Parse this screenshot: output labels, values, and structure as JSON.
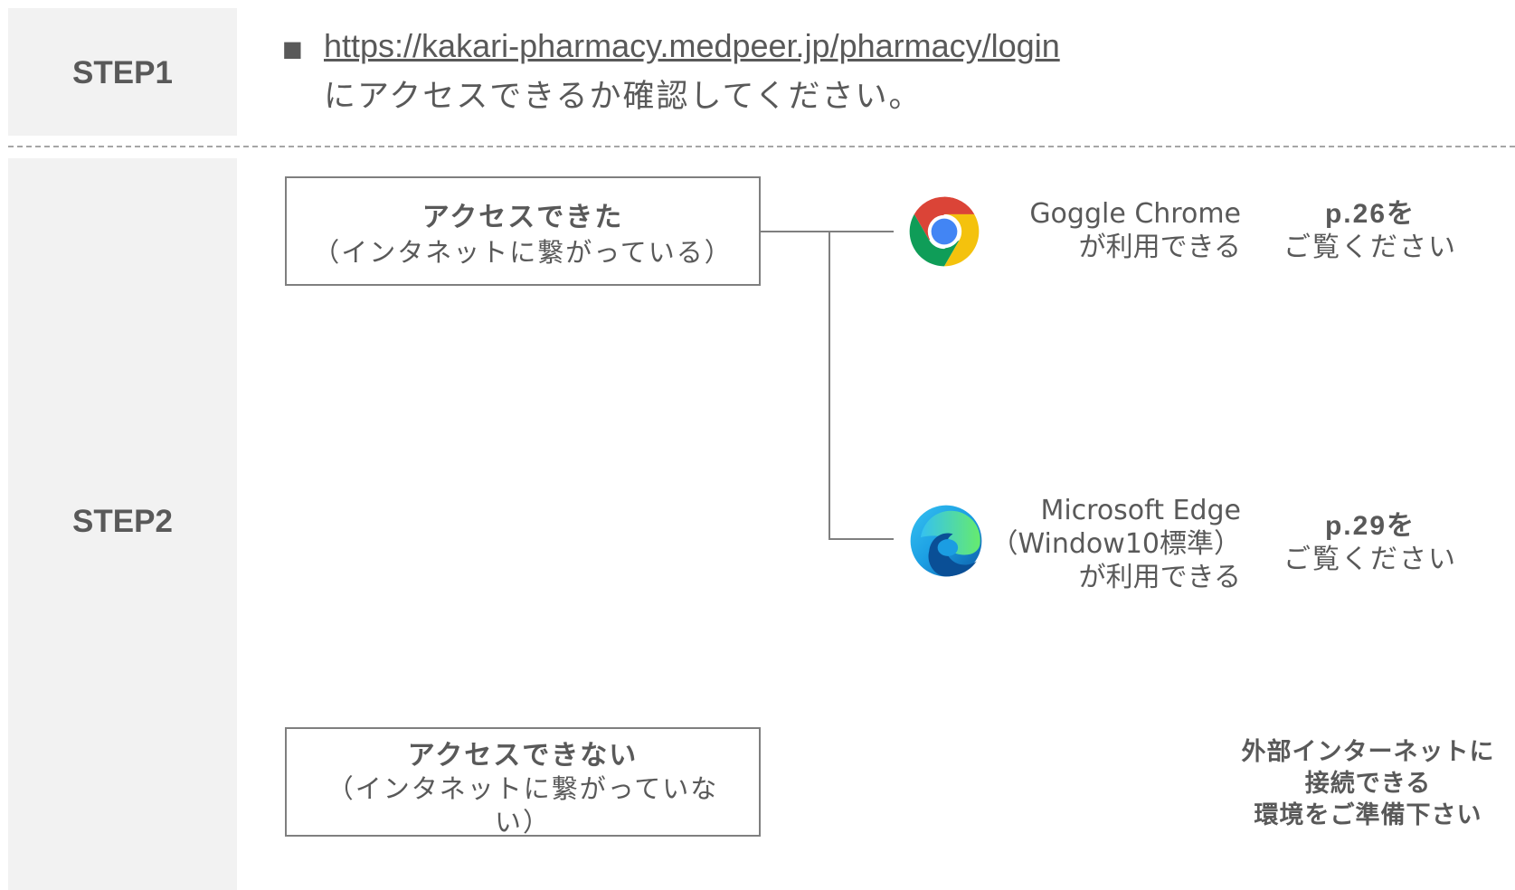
{
  "step1": {
    "label": "STEP1",
    "bullet": "■",
    "url": "https://kakari-pharmacy.medpeer.jp/pharmacy/login",
    "text": "にアクセスできるか確認してください。"
  },
  "step2": {
    "label": "STEP2",
    "access_ok": {
      "title": "アクセスできた",
      "subtitle": "（インタネットに繋がっている）"
    },
    "access_ng": {
      "title": "アクセスできない",
      "subtitle": "（インタネットに繋がっていない）"
    },
    "chrome": {
      "icon": "chrome-icon",
      "line1": "Goggle Chrome",
      "line2": "が利用できる",
      "page": "p.26を",
      "see": "ご覧ください"
    },
    "edge": {
      "icon": "edge-icon",
      "line1": "Microsoft Edge",
      "line2": "（Window10標準）",
      "line3": "が利用できる",
      "page": "p.29を",
      "see": "ご覧ください"
    },
    "ng_note": {
      "line1": "外部インターネットに",
      "line2": "接続できる",
      "line3": "環境をご準備下さい"
    }
  },
  "colors": {
    "text": "#595959",
    "cell_bg": "#f2f2f2",
    "line": "#7f7f7f"
  }
}
